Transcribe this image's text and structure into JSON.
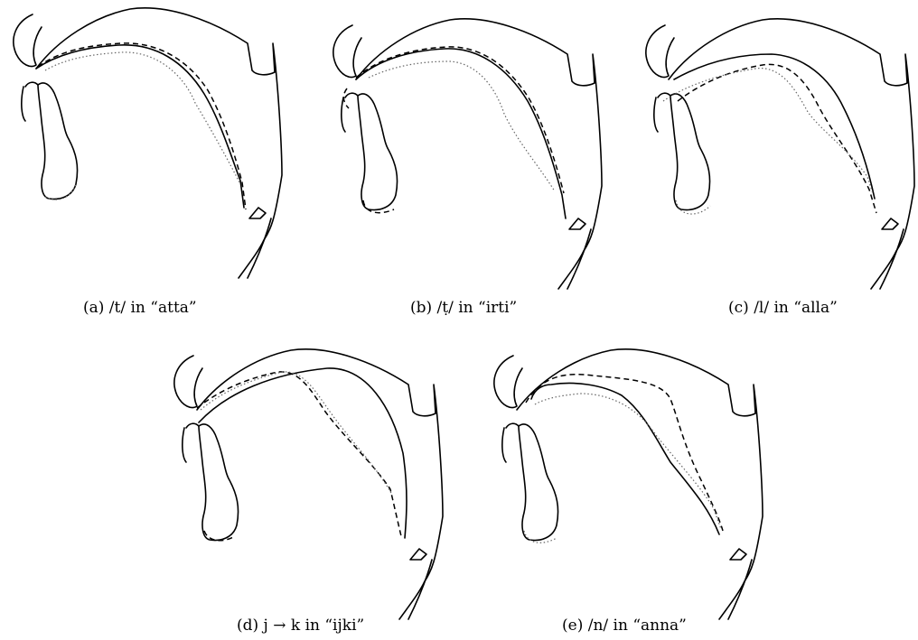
{
  "panels": [
    {
      "id": "a",
      "caption": "(a)  /t/  in  “atta”",
      "variant": "t"
    },
    {
      "id": "b",
      "caption": "(b)  /ṭ/  in  “irti”",
      "variant": "tret"
    },
    {
      "id": "c",
      "caption": "(c)  /l/  in  “alla”",
      "variant": "l"
    },
    {
      "id": "d",
      "caption": "(d)  j → k in  “ijki”",
      "variant": "jk"
    },
    {
      "id": "e",
      "caption": "(e)  /n/  in  “anna”",
      "variant": "n"
    }
  ]
}
